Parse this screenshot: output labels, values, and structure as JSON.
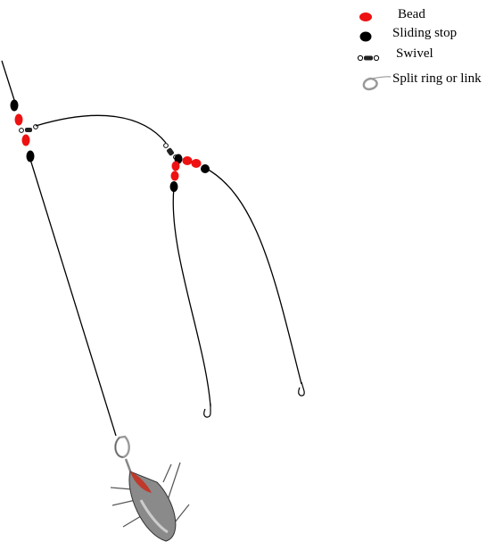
{
  "legend": {
    "bead": "Bead",
    "sliding_stop": "Sliding stop",
    "swivel": "Swivel",
    "split_ring": "Split ring or link"
  },
  "colors": {
    "bead": "#ee1111",
    "sliding_stop": "#000000",
    "line": "#000000",
    "sinker_body": "#8a8a8a",
    "sinker_tip": "#c0392b"
  },
  "icons": {
    "bead": "bead-icon",
    "sliding_stop": "sliding-stop-icon",
    "swivel": "swivel-icon",
    "split_ring": "split-ring-icon"
  }
}
